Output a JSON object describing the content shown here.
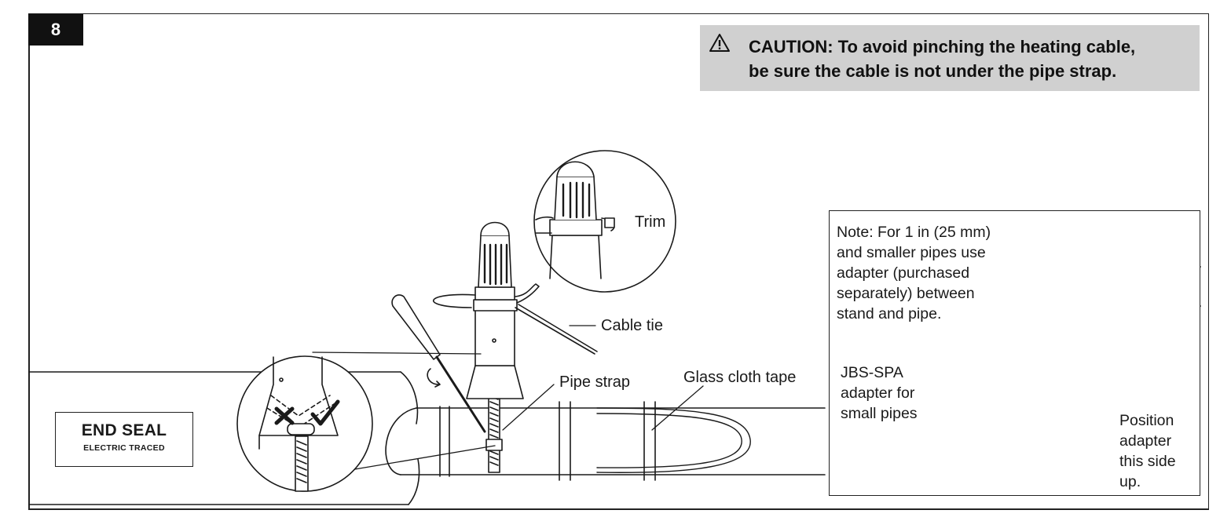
{
  "step": {
    "number": "8"
  },
  "caution": {
    "icon": "warning-triangle-icon",
    "line1": "CAUTION: To avoid pinching the heating cable,",
    "line2": "be sure the cable is not under the pipe strap."
  },
  "end_seal": {
    "title": "END SEAL",
    "subtitle": "ELECTRIC TRACED"
  },
  "labels": {
    "trim": "Trim",
    "cable_tie": "Cable tie",
    "pipe_strap": "Pipe strap",
    "glass_cloth_tape": "Glass cloth tape"
  },
  "note": {
    "lines": [
      "Note: For 1 in (25 mm)",
      "and smaller pipes use",
      "adapter (purchased",
      "separately) between",
      "stand and pipe."
    ],
    "adapter_label": [
      "JBS-SPA",
      "adapter for",
      "small pipes"
    ],
    "position_label": [
      "Position",
      "adapter",
      "this side",
      "up."
    ]
  },
  "colors": {
    "caution_bg": "#d0d0d0",
    "badge_bg": "#111111",
    "line": "#1a1a1a"
  }
}
